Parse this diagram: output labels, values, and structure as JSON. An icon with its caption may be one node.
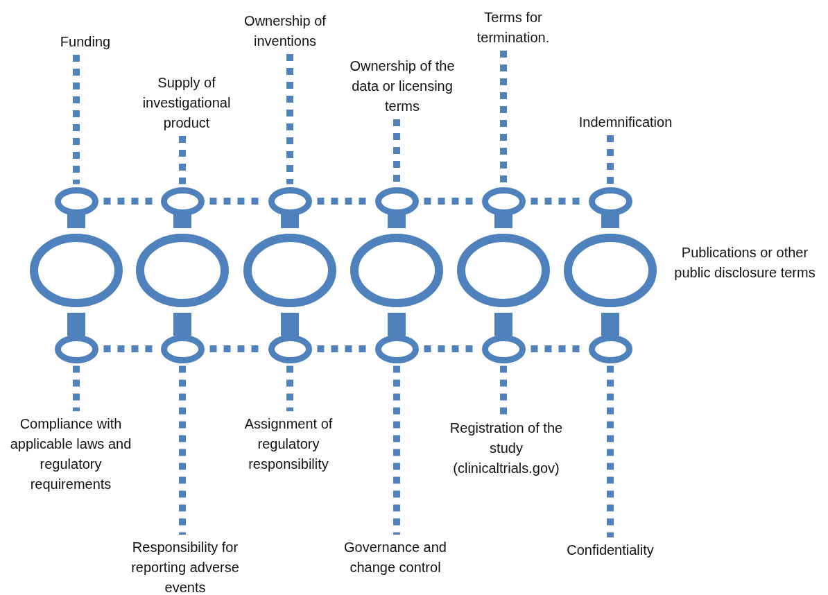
{
  "diagram": {
    "nodes": [
      {
        "text": [
          "Funding"
        ]
      },
      {
        "text": [
          "Supply of investigational product"
        ]
      },
      {
        "text": [
          "Ownership of inventions"
        ]
      },
      {
        "text": [
          "Ownership of the data or licensing terms"
        ]
      },
      {
        "text": [
          "Terms for termination."
        ]
      },
      {
        "text": [
          "Indemnification"
        ]
      },
      {
        "text": [],
        "shape": "circle"
      },
      {
        "text": [],
        "shape": "circle"
      },
      {
        "text": [],
        "shape": "circle"
      },
      {
        "text": [],
        "shape": "circle"
      },
      {
        "text": [],
        "shape": "circle"
      },
      {
        "text": [],
        "shape": "circle"
      },
      {
        "text": [],
        "shape": "circle"
      },
      {
        "text": [],
        "shape": "circle"
      },
      {
        "text": [],
        "shape": "circle"
      },
      {
        "text": [],
        "shape": "circle"
      },
      {
        "text": [],
        "shape": "circle"
      },
      {
        "text": [],
        "shape": "circle"
      },
      {
        "text": [],
        "shape": "circle"
      },
      {
        "text": [],
        "shape": "circle"
      },
      {
        "text": [],
        "shape": "circle"
      },
      {
        "text": [],
        "shape": "circle"
      },
      {
        "text": [],
        "shape": "circle"
      },
      {
        "text": [],
        "shape": "circle"
      },
      {
        "text": [
          "Compliance with applicable laws and regulatory requirements"
        ]
      },
      {
        "text": [
          "Responsibility for reporting adverse events"
        ]
      },
      {
        "text": [
          "Assignment of regulatory responsibility"
        ]
      },
      {
        "text": [
          "Governance and change control"
        ]
      },
      {
        "text": [
          "Registration of the study (clinicaltrials.gov)"
        ]
      },
      {
        "text": [
          "Confidentiality"
        ]
      }
    ],
    "edges": [
      {
        "from": 0,
        "to": 6,
        "arrow": "none",
        "style": "dashed"
      },
      {
        "from": 1,
        "to": 7,
        "arrow": "none",
        "style": "dashed"
      },
      {
        "from": 2,
        "to": 8,
        "arrow": "none",
        "style": "dashed"
      },
      {
        "from": 3,
        "to": 9,
        "arrow": "none",
        "style": "dashed"
      },
      {
        "from": 4,
        "to": 10,
        "arrow": "none",
        "style": "dashed"
      },
      {
        "from": 5,
        "to": 11,
        "arrow": "none",
        "style": "dashed"
      },
      {
        "from": 6,
        "to": 7,
        "arrow": "none",
        "style": "dashed"
      },
      {
        "from": 7,
        "to": 8,
        "arrow": "none",
        "style": "dashed"
      },
      {
        "from": 8,
        "to": 9,
        "arrow": "none",
        "style": "dashed"
      },
      {
        "from": 9,
        "to": 10,
        "arrow": "none",
        "style": "dashed"
      },
      {
        "from": 10,
        "to": 11,
        "arrow": "none",
        "style": "dashed"
      },
      {
        "from": 6,
        "to": 12,
        "arrow": "none",
        "style": "thick"
      },
      {
        "from": 7,
        "to": 13,
        "arrow": "none",
        "style": "thick"
      },
      {
        "from": 8,
        "to": 14,
        "arrow": "none",
        "style": "thick"
      },
      {
        "from": 9,
        "to": 15,
        "arrow": "none",
        "style": "thick"
      },
      {
        "from": 10,
        "to": 16,
        "arrow": "none",
        "style": "thick"
      },
      {
        "from": 11,
        "to": 17,
        "arrow": "none",
        "style": "thick"
      },
      {
        "from": 12,
        "to": 18,
        "arrow": "none",
        "style": "thick"
      },
      {
        "from": 13,
        "to": 19,
        "arrow": "none",
        "style": "thick"
      },
      {
        "from": 14,
        "to": 20,
        "arrow": "none",
        "style": "thick"
      },
      {
        "from": 15,
        "to": 21,
        "arrow": "none",
        "style": "thick"
      },
      {
        "from": 16,
        "to": 22,
        "arrow": "none",
        "style": "thick"
      },
      {
        "from": 17,
        "to": 23,
        "arrow": "none",
        "style": "thick"
      },
      {
        "from": 18,
        "to": 19,
        "arrow": "none",
        "style": "dashed"
      },
      {
        "from": 19,
        "to": 20,
        "arrow": "none",
        "style": "dashed"
      },
      {
        "from": 20,
        "to": 21,
        "arrow": "none",
        "style": "dashed"
      },
      {
        "from": 21,
        "to": 22,
        "arrow": "none",
        "style": "dashed"
      },
      {
        "from": 22,
        "to": 23,
        "arrow": "none",
        "style": "dashed"
      },
      {
        "from": 18,
        "to": 24,
        "arrow": "none",
        "style": "dashed"
      },
      {
        "from": 19,
        "to": 25,
        "arrow": "none",
        "style": "dashed"
      },
      {
        "from": 20,
        "to": 26,
        "arrow": "none",
        "style": "dashed"
      },
      {
        "from": 21,
        "to": 27,
        "arrow": "none",
        "style": "dashed"
      },
      {
        "from": 22,
        "to": 28,
        "arrow": "none",
        "style": "dashed"
      },
      {
        "from": 23,
        "to": 29,
        "arrow": "none",
        "style": "dashed"
      }
    ],
    "labels": [
      "Publications or other public disclosure terms"
    ]
  }
}
